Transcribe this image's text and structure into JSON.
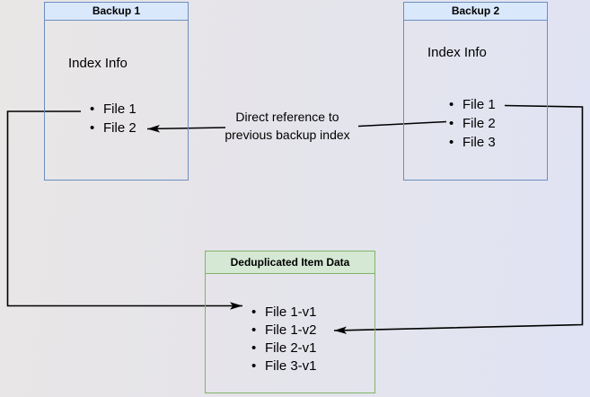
{
  "diagram": {
    "backup1": {
      "title": "Backup 1",
      "index_label": "Index Info",
      "files": [
        "File 1",
        "File 2"
      ]
    },
    "backup2": {
      "title": "Backup 2",
      "index_label": "Index Info",
      "files": [
        "File 1",
        "File 2",
        "File 3"
      ]
    },
    "dedup": {
      "title": "Deduplicated Item Data",
      "items": [
        "File 1-v1",
        "File 1-v2",
        "File 2-v1",
        "File 3-v1"
      ]
    },
    "edge_label": {
      "line1": "Direct reference to",
      "line2": "previous backup index"
    },
    "connectors": [
      "backup2-file2-to-backup1-file2-direct-reference",
      "backup1-file1-to-dedup-file1-v1",
      "backup2-file1-to-dedup-file1-v2"
    ],
    "colors": {
      "backup_header_fill": "#dae8fc",
      "backup_border": "#6c8ebf",
      "dedup_header_fill": "#d5e8d4",
      "dedup_border": "#82b366",
      "arrow": "#000000",
      "background_left": "#e9e6e6",
      "background_right": "#e0e3f4"
    }
  }
}
